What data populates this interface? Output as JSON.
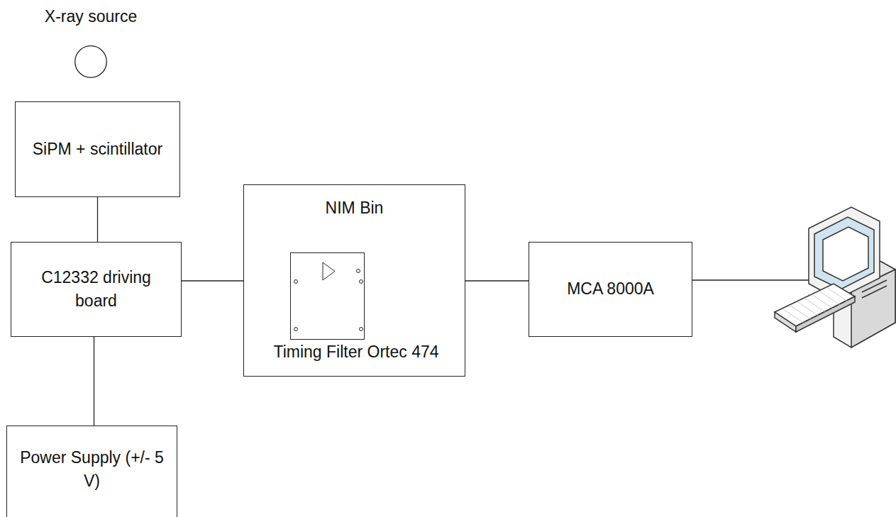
{
  "diagram": {
    "nodes": [
      {
        "text": [
          "X-ray source"
        ]
      },
      {
        "text": [
          "SiPM + scintillator"
        ]
      },
      {
        "text": [
          "C12332 driving board"
        ]
      },
      {
        "text": [
          "Power Supply (+/- 5 V)"
        ]
      },
      {
        "text": [
          "NIM Bin"
        ]
      },
      {
        "text": [
          "Timing Filter Ortec 474"
        ],
        "in": 4
      },
      {
        "text": [
          "MCA 8000A"
        ]
      }
    ],
    "edges": [
      {
        "from": 1,
        "to": 2,
        "arrow": "none"
      },
      {
        "from": 2,
        "to": 3,
        "arrow": "none"
      },
      {
        "from": 2,
        "to": 5,
        "arrow": "none"
      },
      {
        "from": 5,
        "to": 6,
        "arrow": "none"
      }
    ]
  }
}
